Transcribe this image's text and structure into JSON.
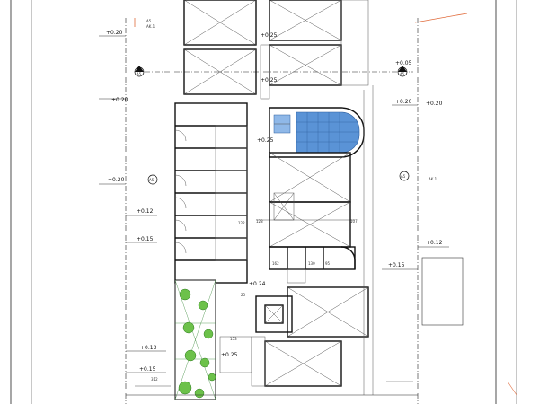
{
  "levels": {
    "l_020_a": "+0.20",
    "l_020_b": "+0.20",
    "l_020_c": "+0.20",
    "l_025_a": "+0.25",
    "l_025_b": "+0.25",
    "l_025_c": "+0.25",
    "l_020_d": "+0.20",
    "l_015_a": "+0.15",
    "l_012_a": "+0.12",
    "l_015_b": "+0.15",
    "l_024": "+0.24",
    "l_013": "+0.13",
    "l_020_e": "+0.20",
    "l_005": "+0.05",
    "l_012_b": "+0.12",
    "l_015_c": "+0.15",
    "l_025_d": "+0.25"
  },
  "markers": {
    "a5_top": "A5",
    "a5_left": "A5",
    "a5_right": "A5",
    "ak1_top": "AK.1",
    "ak1_right": "AK.1",
    "a5_mid_left": "A5",
    "a5_mid_right": "A5"
  },
  "dims": {
    "d_128": "128",
    "d_122": "122",
    "d_107": "107",
    "d_130": "130",
    "d_162": "162",
    "d_95": "95",
    "d_312": "312",
    "d_153": "153",
    "d_25": "25"
  }
}
